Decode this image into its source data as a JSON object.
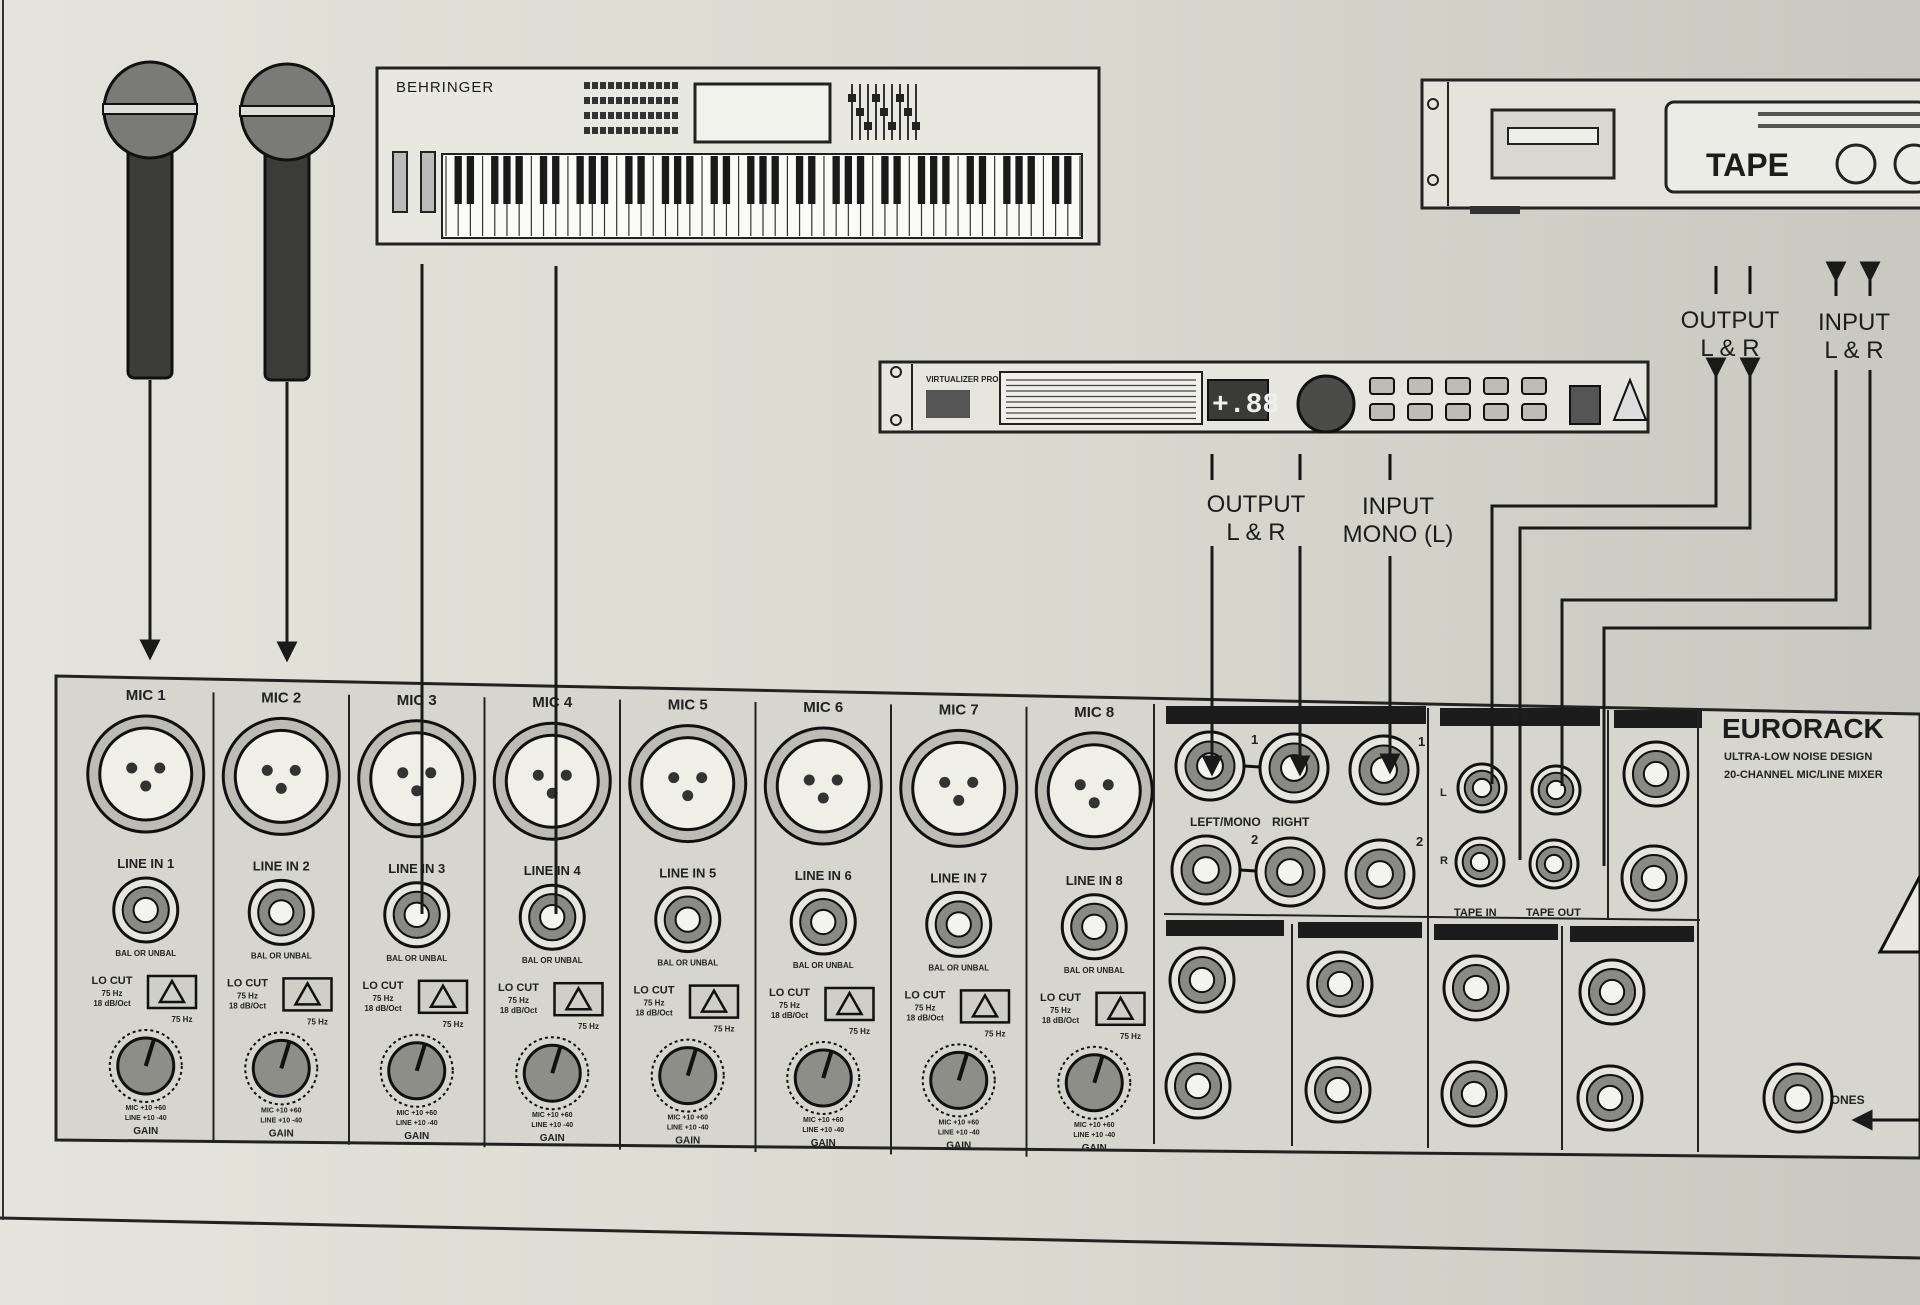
{
  "keyboard": {
    "brand": "BEHRINGER"
  },
  "tape_deck": {
    "label": "TAPE"
  },
  "tape_io": {
    "output_label_line1": "OUTPUT",
    "output_label_line2": "L & R",
    "input_label_line1": "INPUT",
    "input_label_line2": "L & R"
  },
  "effects_unit": {
    "model": "VIRTUALIZER PRO",
    "display": "+.88",
    "output_label_line1": "OUTPUT",
    "output_label_line2": "L & R",
    "input_label_line1": "INPUT",
    "input_label_line2": "MONO (L)"
  },
  "mixer": {
    "brand": "EURORACK",
    "tagline_line1": "ULTRA-LOW NOISE DESIGN",
    "tagline_line2": "20-CHANNEL MIC/LINE MIXER",
    "channels": [
      {
        "mic": "MIC 1",
        "line": "LINE IN 1"
      },
      {
        "mic": "MIC 2",
        "line": "LINE IN 2"
      },
      {
        "mic": "MIC 3",
        "line": "LINE IN 3"
      },
      {
        "mic": "MIC 4",
        "line": "LINE IN 4"
      },
      {
        "mic": "MIC 5",
        "line": "LINE IN 5"
      },
      {
        "mic": "MIC 6",
        "line": "LINE IN 6"
      },
      {
        "mic": "MIC 7",
        "line": "LINE IN 7"
      },
      {
        "mic": "MIC 8",
        "line": "LINE IN 8"
      }
    ],
    "channel_labels": {
      "bal": "BAL OR UNBAL",
      "locut_line1": "LO CUT",
      "locut_line2": "75 Hz",
      "locut_line3": "18 dB/Oct",
      "gain": "GAIN",
      "gain_hz": "75 Hz",
      "gain_mic": "MIC +10  +60",
      "gain_line": "LINE +10  -40"
    },
    "stereo_labels": {
      "left": "LEFT/MONO",
      "right": "RIGHT",
      "num1": "1",
      "num2": "2"
    },
    "tape_section": {
      "tape_in": "TAPE IN",
      "tape_out": "TAPE OUT",
      "l": "L",
      "r": "R"
    },
    "phones": "PHONES"
  }
}
